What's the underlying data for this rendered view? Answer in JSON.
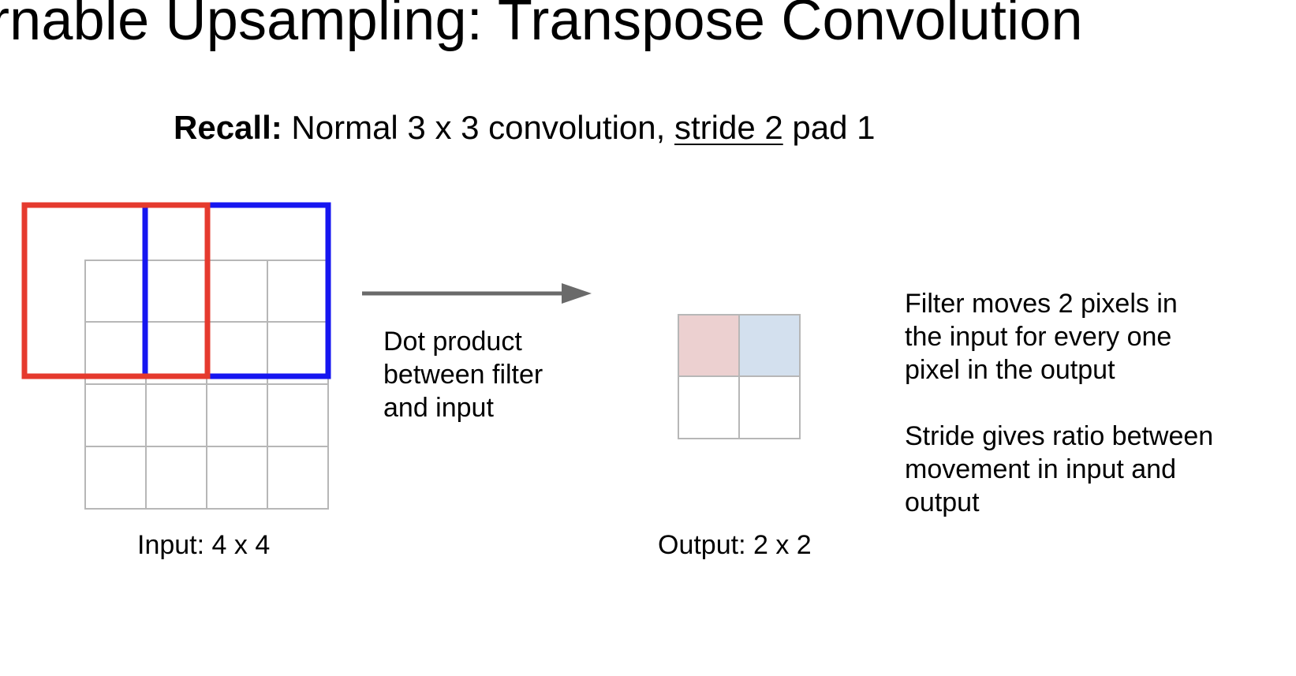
{
  "title": "rnable Upsampling: Transpose Convolution",
  "subtitle": {
    "bold": "Recall:",
    "pre": " Normal 3 x 3 convolution, ",
    "underlined": "stride 2",
    "post": " pad 1"
  },
  "input": {
    "caption": "Input: 4 x 4",
    "rows": 4,
    "cols": 4
  },
  "output": {
    "caption": "Output: 2 x 2",
    "rows": 2,
    "cols": 2
  },
  "arrow_label": [
    "Dot product",
    "between filter",
    "and input"
  ],
  "explanation_1": [
    "Filter moves 2 pixels in",
    "the input for every one",
    "pixel in the output"
  ],
  "explanation_2": [
    "Stride gives ratio between",
    "movement in input and",
    "output"
  ],
  "colors": {
    "filter_1": "#e53a2e",
    "filter_2": "#1616f0",
    "output_cell_1": "#ecd0d0",
    "output_cell_2": "#d3e0ee",
    "grid": "#b7b7b7",
    "arrow": "#6a6a6a"
  }
}
